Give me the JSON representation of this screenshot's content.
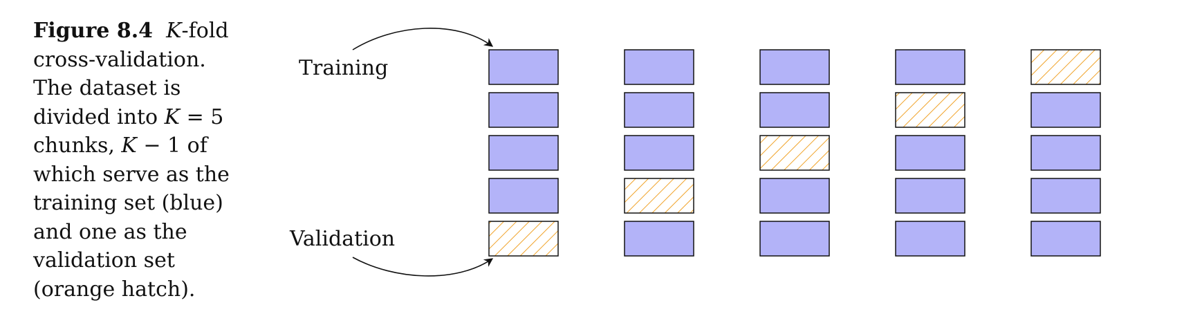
{
  "caption": {
    "figure_label": "Figure 8.4",
    "lines": [
      [
        "",
        "K",
        "-fold"
      ],
      [
        "cross-validation.",
        "",
        ""
      ],
      [
        "The dataset is",
        "",
        ""
      ],
      [
        "divided into ",
        "K",
        " = 5"
      ],
      [
        "chunks, ",
        "K",
        " − 1 of"
      ],
      [
        "which serve as the",
        "",
        ""
      ],
      [
        "training set (blue)",
        "",
        ""
      ],
      [
        "and one as the",
        "",
        ""
      ],
      [
        "validation set",
        "",
        ""
      ],
      [
        "(orange hatch).",
        "",
        ""
      ]
    ]
  },
  "diagram": {
    "training_label": "Training",
    "validation_label": "Validation",
    "folds": 5,
    "chunks_per_fold": 5,
    "validation_chunk_by_fold": [
      4,
      3,
      2,
      1,
      0
    ],
    "colors": {
      "training_fill": "#B3B3F8",
      "validation_hatch": "#F0A32A",
      "stroke": "#111111"
    }
  }
}
